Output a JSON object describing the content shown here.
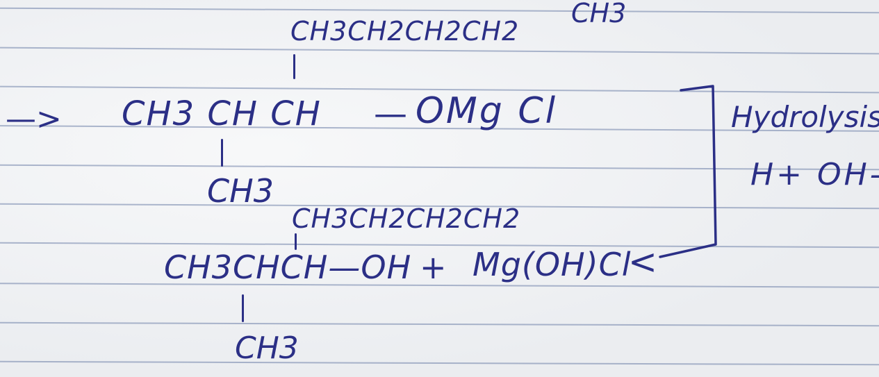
{
  "reaction": {
    "top_chain": "CH3CH2CH2CH2",
    "top_right": "CH3",
    "arrow_in": "—>",
    "intermediate_main": "CH3 CH CH",
    "intermediate_bond": "—",
    "intermediate_group": "OMg Cl",
    "intermediate_branch": "CH3",
    "condition_1": "Hydrolysis",
    "condition_2": "H+ OH-",
    "product_chain": "CH3CH2CH2CH2",
    "product_main": "CH3CHCH—OH",
    "plus": "+",
    "byproduct": "Mg(OH)Cl",
    "arrow_out": "<",
    "product_branch": "CH3"
  }
}
